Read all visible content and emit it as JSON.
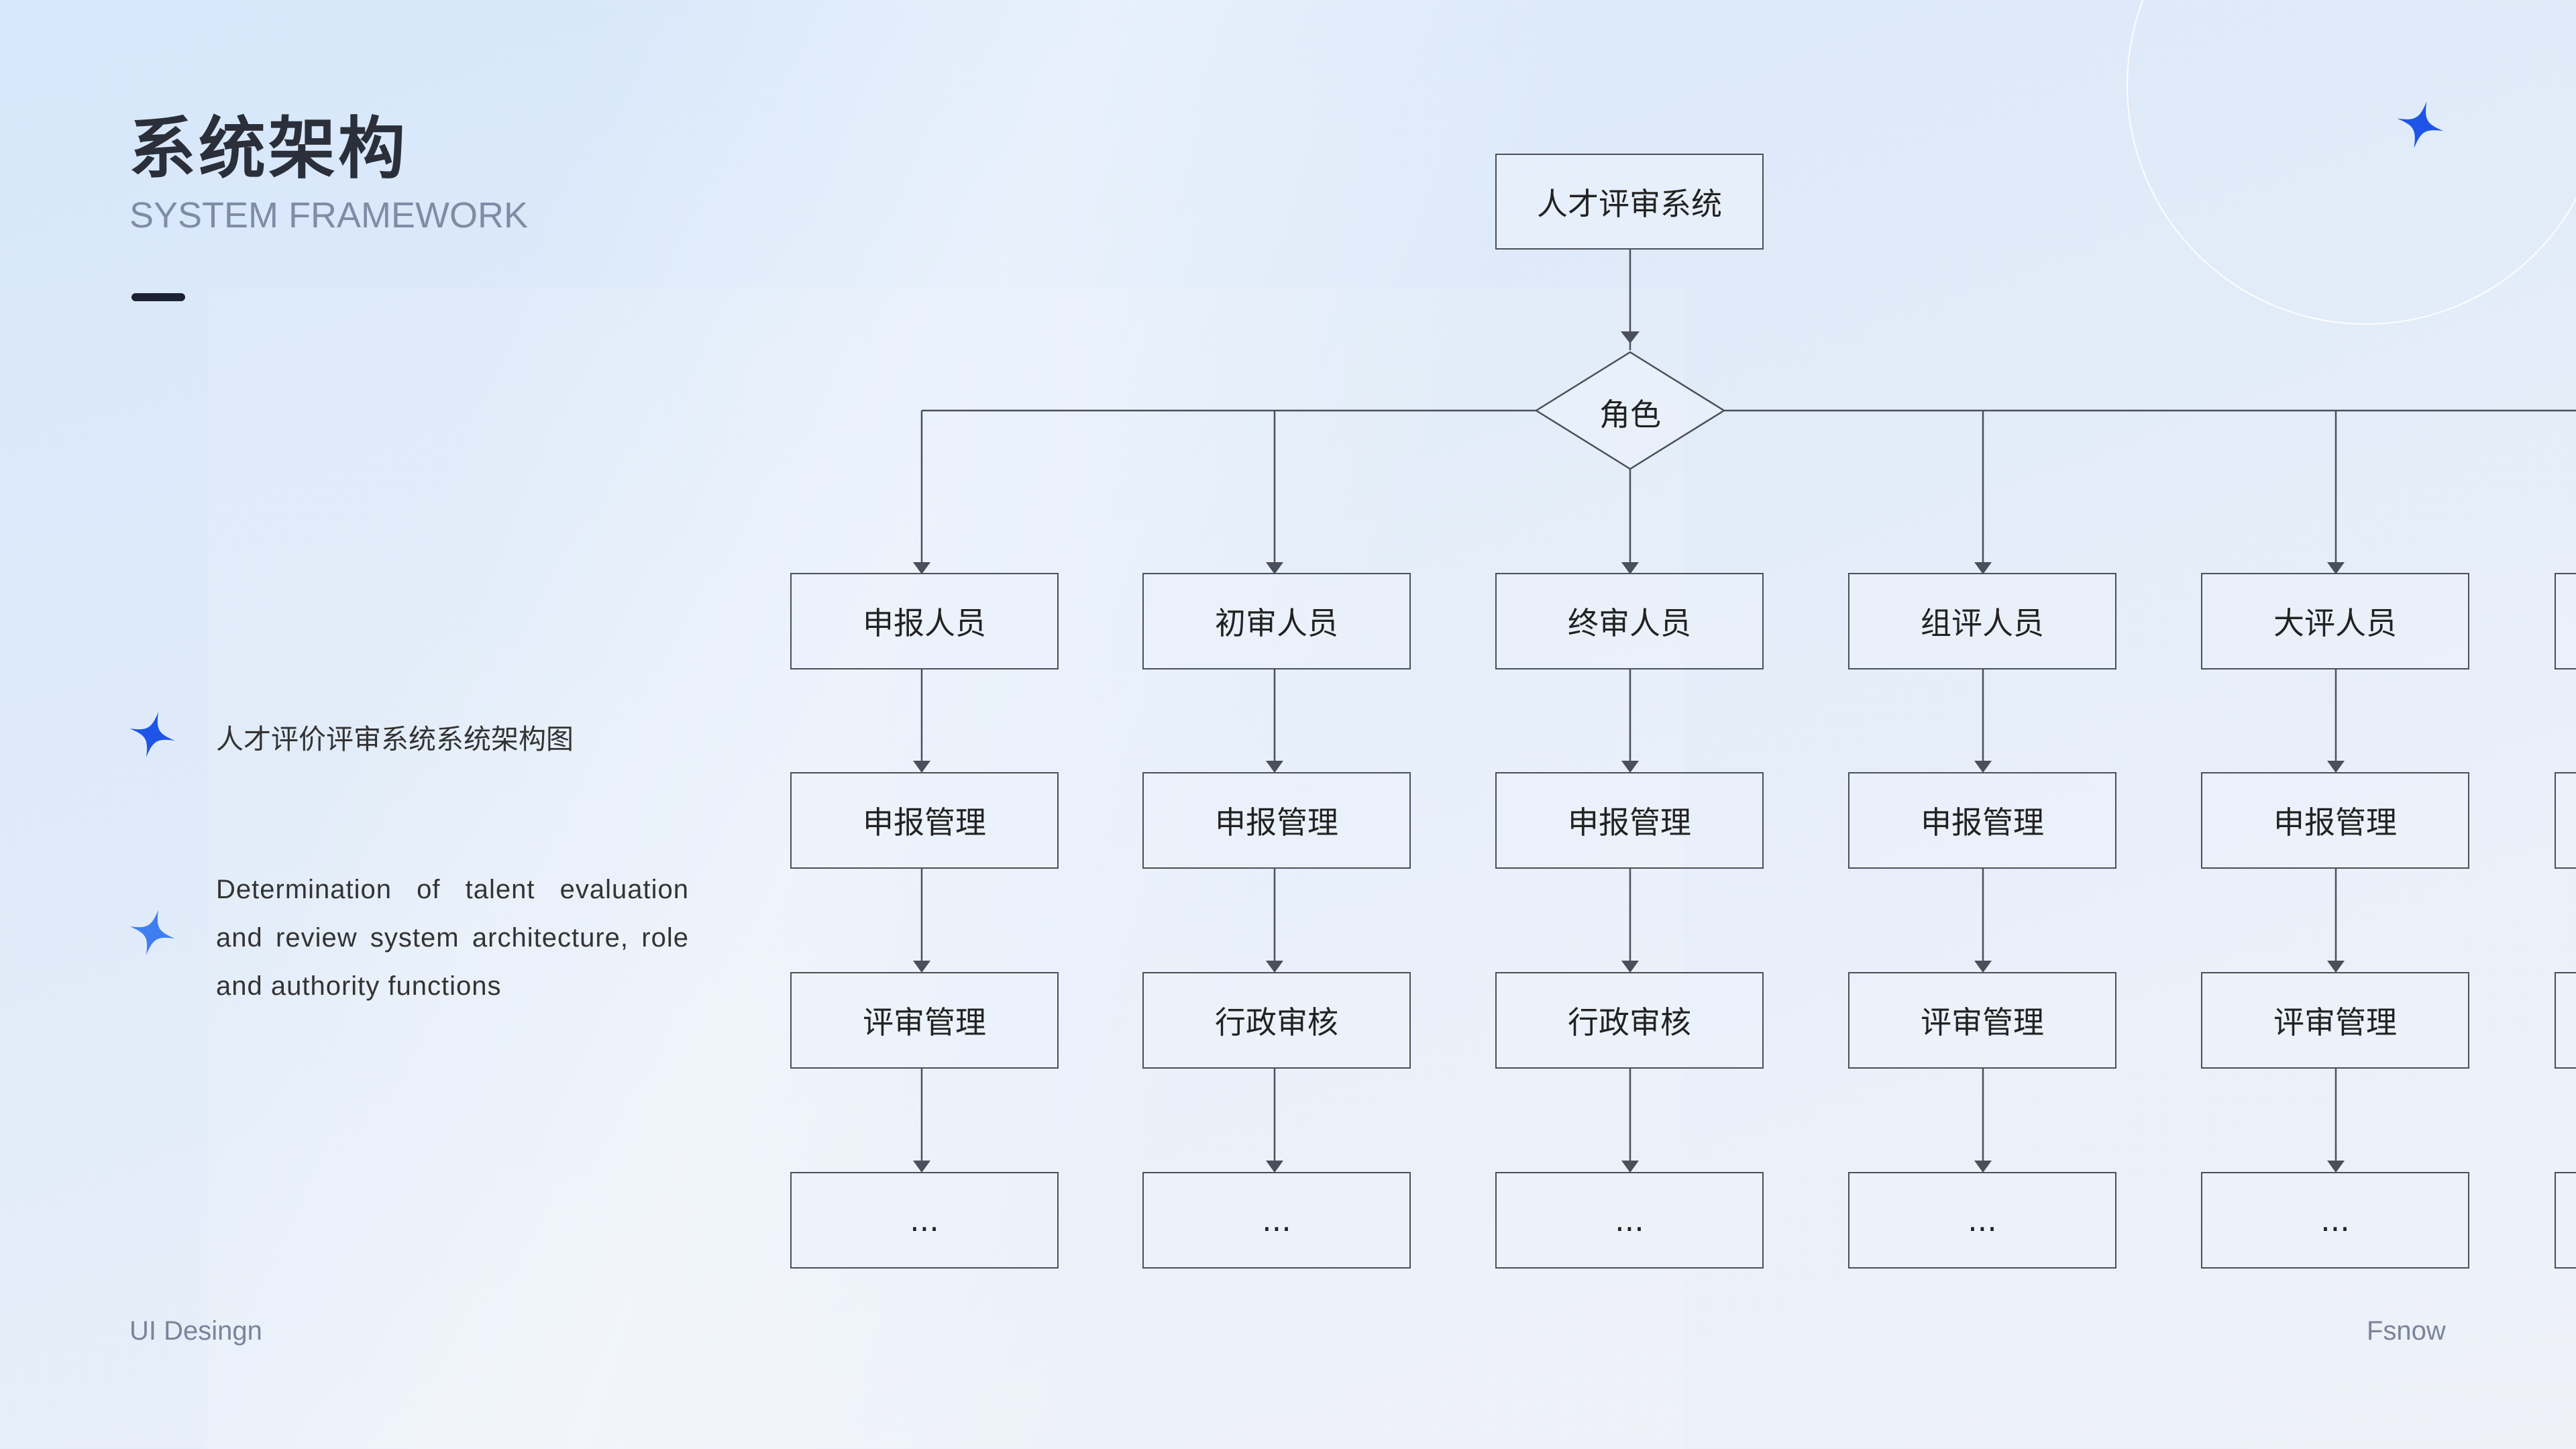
{
  "header": {
    "title": "系统架构",
    "subtitle": "SYSTEM FRAMEWORK"
  },
  "bullets": [
    {
      "icon": "sparkle-star-icon",
      "text": "人才评价评审系统系统架构图"
    },
    {
      "icon": "sparkle-star-icon",
      "text": "Determination of talent evaluation and review system architecture, role and authority functions"
    }
  ],
  "diagram": {
    "root": "人才评审系统",
    "decision": "角色",
    "columns": [
      {
        "role": "申报人员",
        "steps": [
          "申报管理",
          "评审管理",
          "..."
        ]
      },
      {
        "role": "初审人员",
        "steps": [
          "申报管理",
          "行政审核",
          "..."
        ]
      },
      {
        "role": "终审人员",
        "steps": [
          "申报管理",
          "行政审核",
          "..."
        ]
      },
      {
        "role": "组评人员",
        "steps": [
          "申报管理",
          "评审管理",
          "..."
        ]
      },
      {
        "role": "大评人员",
        "steps": [
          "申报管理",
          "评审管理",
          "..."
        ]
      }
    ]
  },
  "footer": {
    "left": "UI Desingn",
    "right": "Fsnow"
  },
  "colors": {
    "accent_star": "#1f55e6",
    "accent_star_light": "#3f7ef0",
    "line": "#4a4f5a"
  }
}
